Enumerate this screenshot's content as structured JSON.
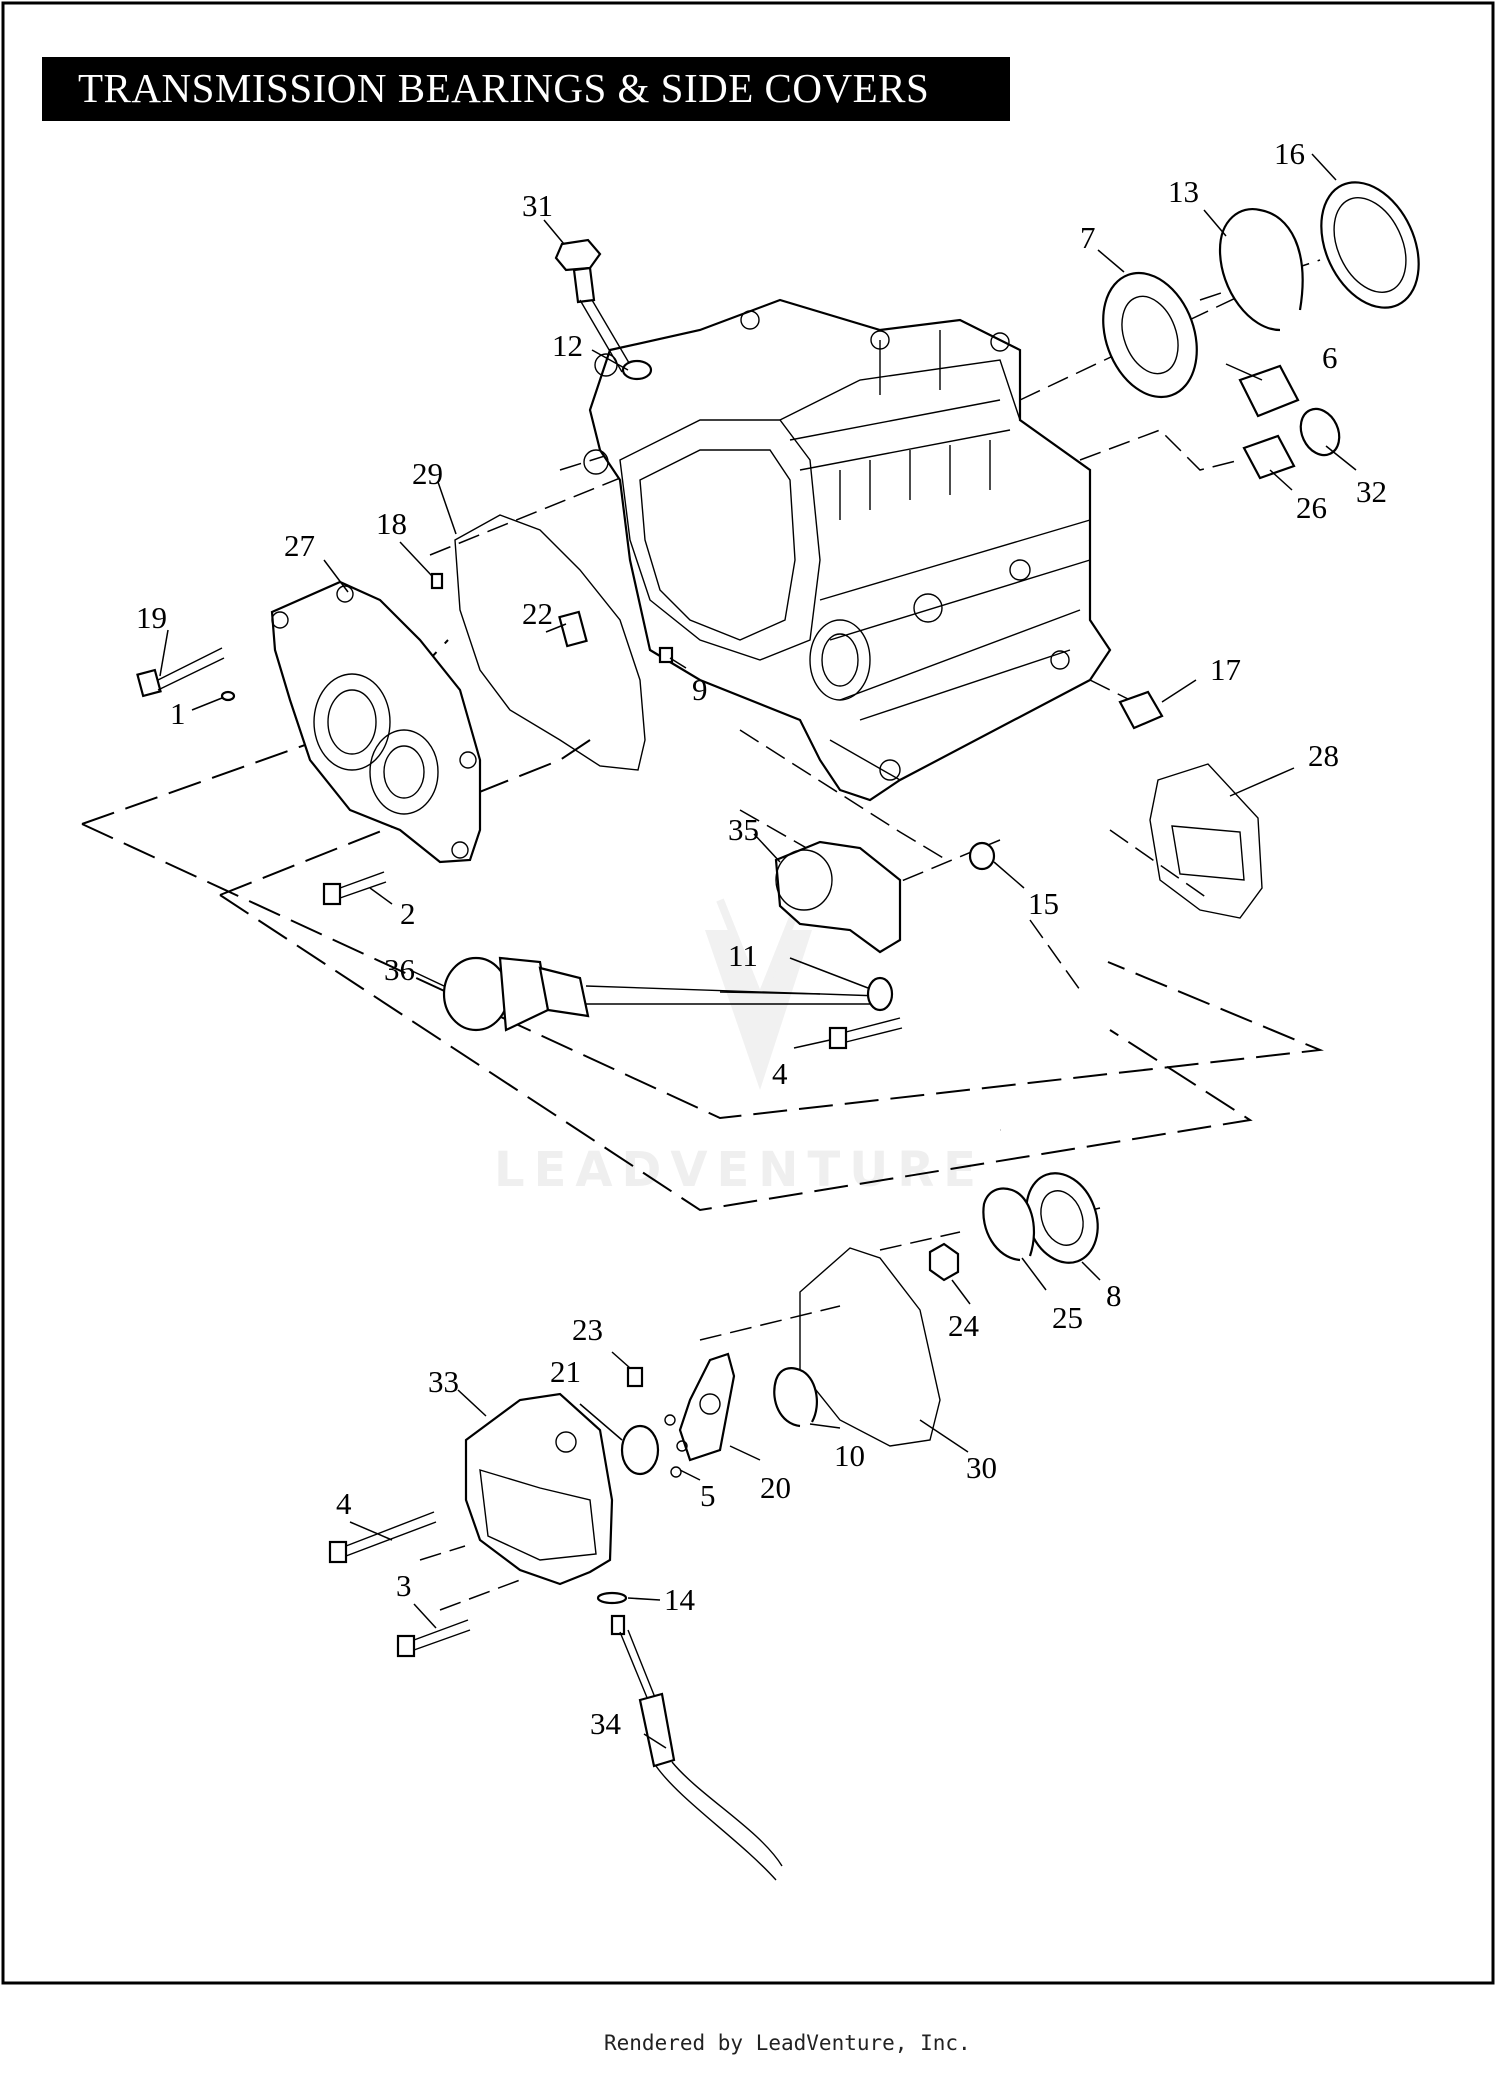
{
  "title": "TRANSMISSION BEARINGS & SIDE COVERS",
  "footer": "Rendered by LeadVenture, Inc.",
  "watermark": "LEADVENTURE",
  "callouts": [
    "1",
    "2",
    "3",
    "4",
    "4",
    "5",
    "6",
    "7",
    "8",
    "9",
    "10",
    "11",
    "12",
    "13",
    "14",
    "15",
    "16",
    "17",
    "18",
    "19",
    "20",
    "21",
    "22",
    "23",
    "24",
    "25",
    "26",
    "27",
    "28",
    "29",
    "30",
    "31",
    "32",
    "33",
    "34",
    "35",
    "36"
  ],
  "colors": {
    "line": "#000000",
    "title_bg": "#000000",
    "title_text": "#ffffff",
    "watermark": "#efefef"
  }
}
